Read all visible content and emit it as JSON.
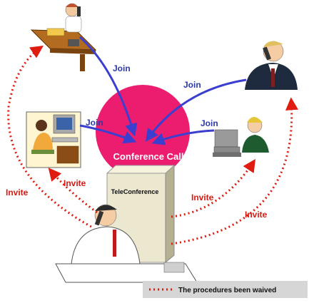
{
  "diagram": {
    "center_label": "Conference Call",
    "server_label": "TeleConference",
    "joins": [
      "Join",
      "Join",
      "Join",
      "Join"
    ],
    "invites": [
      "Invite",
      "Invite",
      "Invite",
      "Invite"
    ],
    "legend_label": "The procedures been waived",
    "colors": {
      "join_arrow": "#3b3fd0",
      "invite_arrow": "#e01b10",
      "center_circle": "#ec1d6f",
      "legend_bg": "#d6d6d6"
    }
  }
}
